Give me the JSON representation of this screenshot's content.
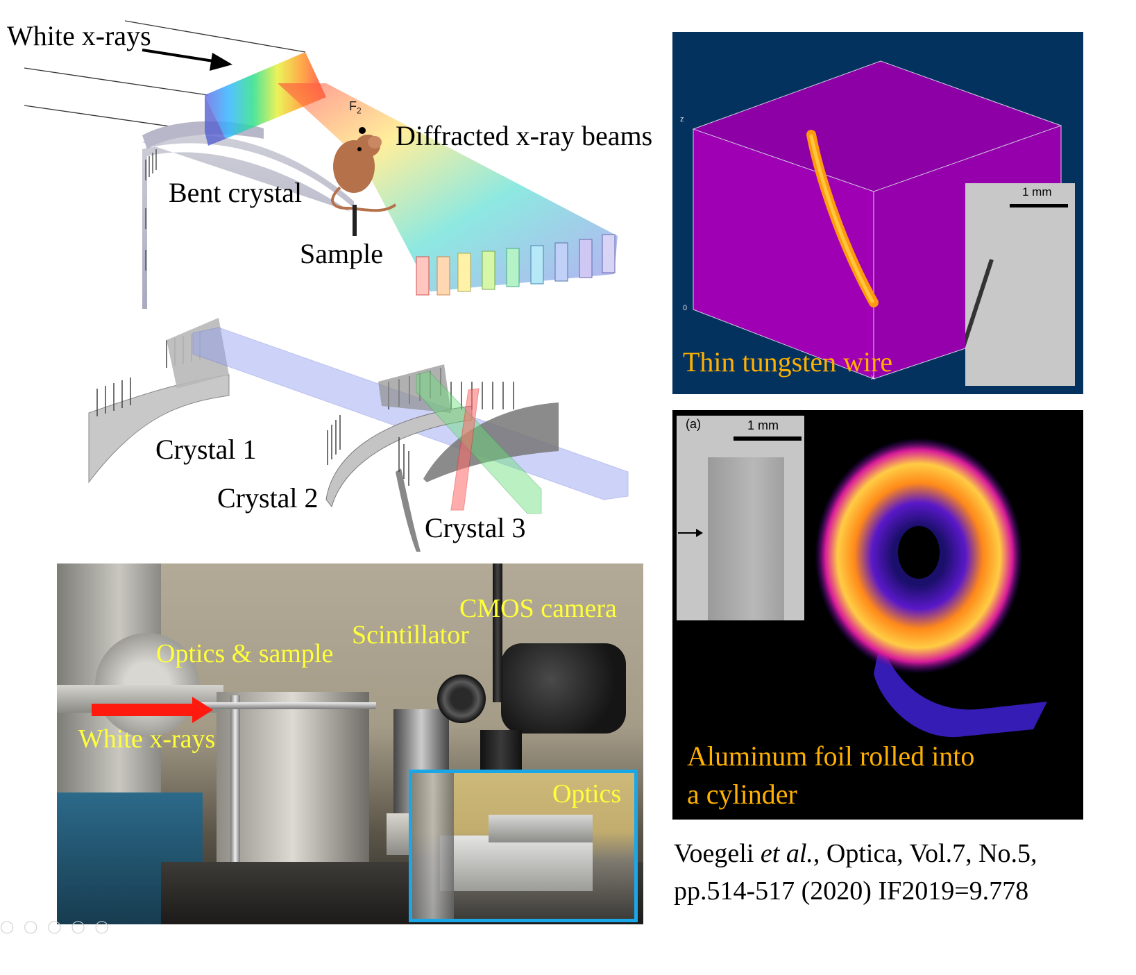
{
  "schematic": {
    "white_xrays": "White x-rays",
    "focus_label": "F",
    "focus_sub": "2",
    "diffracted": "Diffracted x-ray beams",
    "bent_crystal": "Bent crystal",
    "sample": "Sample"
  },
  "crystals": {
    "c1": "Crystal 1",
    "c2": "Crystal 2",
    "c3": "Crystal 3"
  },
  "photo": {
    "cmos": "CMOS camera",
    "scintillator": "Scintillator",
    "optics_sample": "Optics & sample",
    "white_xrays": "White x-rays",
    "optics_inset": "Optics"
  },
  "tungsten_panel": {
    "axis_z": "z",
    "axis_zero": "0",
    "axis_x": "x",
    "scale": "1 mm",
    "caption": "Thin tungsten wire"
  },
  "foil_panel": {
    "inset_tag": "(a)",
    "scale": "1 mm",
    "caption_line1": "Aluminum foil rolled into",
    "caption_line2": "a cylinder"
  },
  "citation": {
    "author": "Voegeli ",
    "etal": "et al.",
    "rest_line1": ", Optica, Vol.7, No.5,",
    "line2": "pp.514-517 (2020) IF2019=9.778"
  },
  "colors": {
    "tungsten_bg": "#03325f",
    "cube_face": "#9b00b0",
    "wire": "#ff9a10",
    "photo_label": "#ffff3a",
    "panel_caption": "#ffb000",
    "inset_border": "#1aa7e8"
  }
}
